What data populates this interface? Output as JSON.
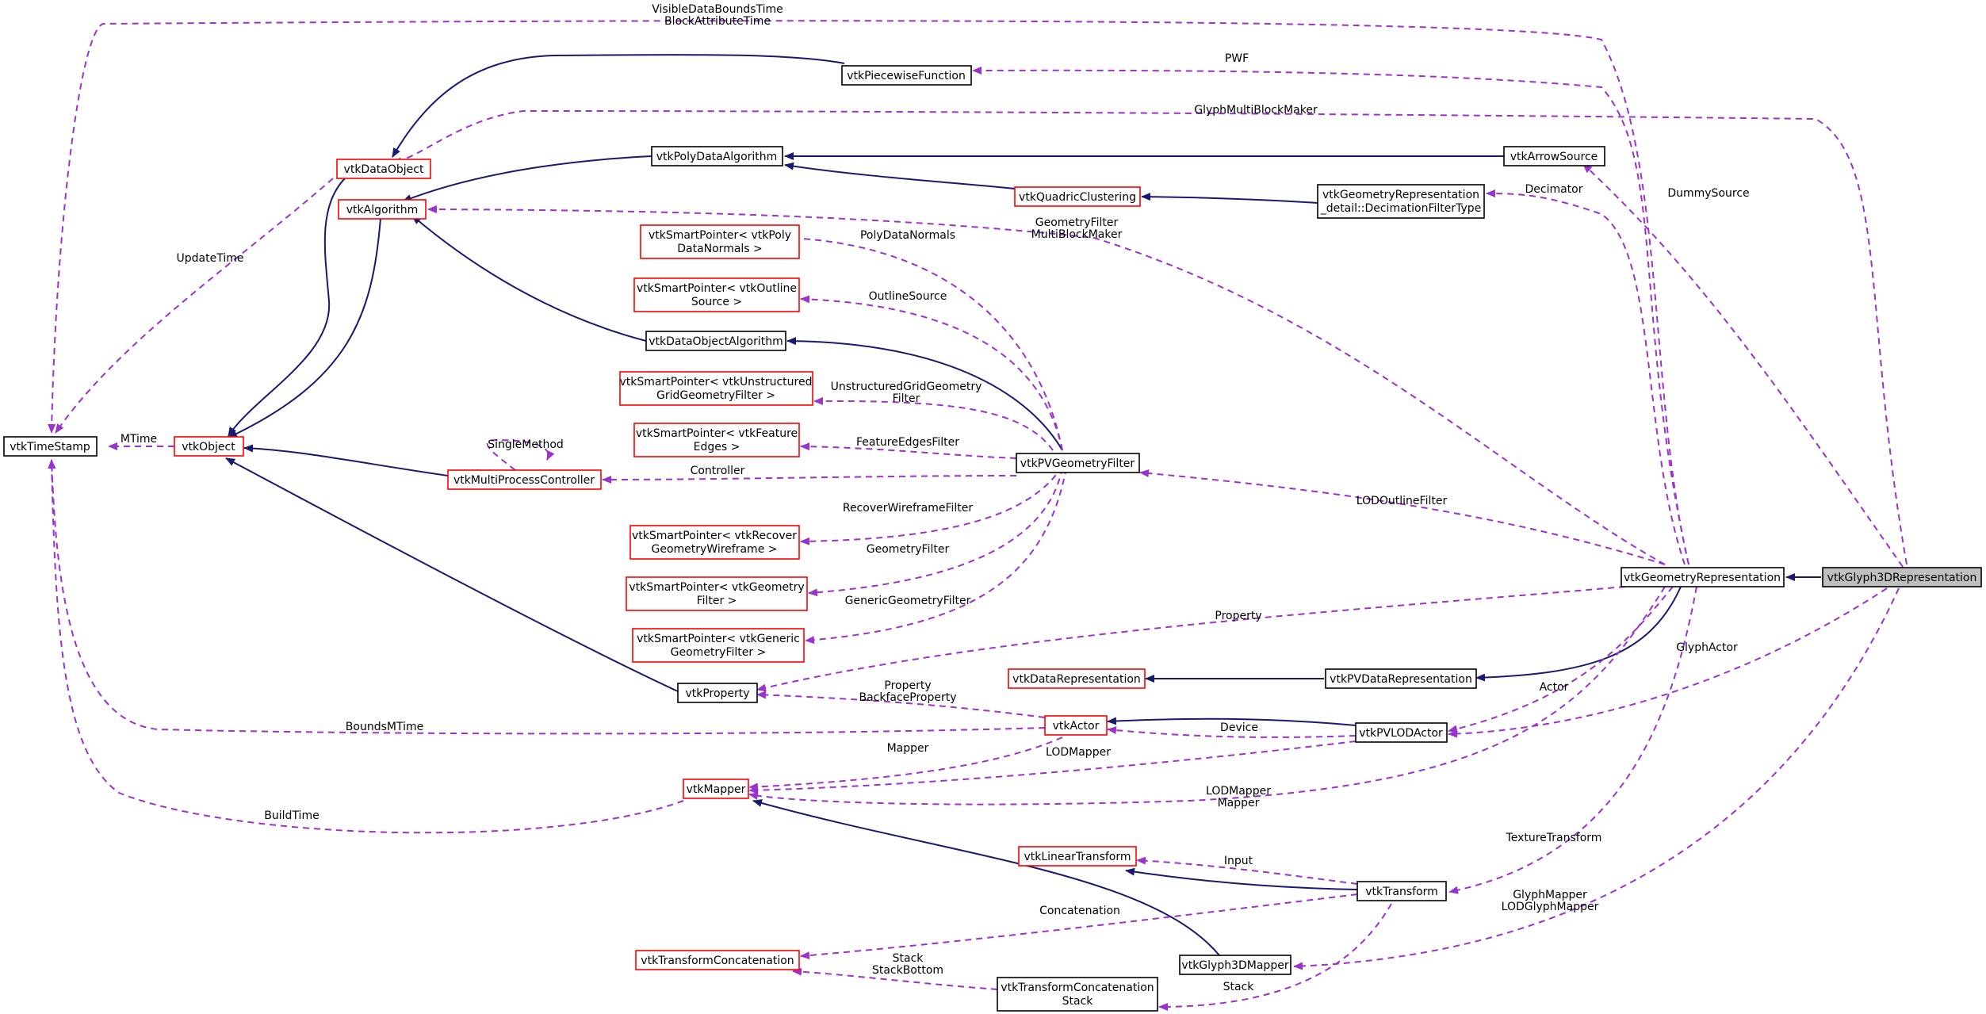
{
  "colors": {
    "inheritance_edge": "#191970",
    "usage_edge": "#9a32cd",
    "node_border_default": "#000000",
    "node_border_incomplete": "#ff0000",
    "focus_node_fill": "#bfbfbf"
  },
  "nodes": {
    "vtkTimeStamp": "vtkTimeStamp",
    "vtkObject": "vtkObject",
    "vtkDataObject": "vtkDataObject",
    "vtkAlgorithm": "vtkAlgorithm",
    "vtkPiecewiseFunction": "vtkPiecewiseFunction",
    "vtkPolyDataAlgorithm": "vtkPolyDataAlgorithm",
    "vtkArrowSource": "vtkArrowSource",
    "vtkQuadricClustering": "vtkQuadricClustering",
    "decimation_line1": "vtkGeometryRepresentation",
    "decimation_line2": "_detail::DecimationFilterType",
    "sp_polyNormals_line1": "vtkSmartPointer< vtkPoly",
    "sp_polyNormals_line2": "DataNormals >",
    "sp_outline_line1": "vtkSmartPointer< vtkOutline",
    "sp_outline_line2": "Source >",
    "vtkDataObjectAlgorithm": "vtkDataObjectAlgorithm",
    "sp_unstructured_line1": "vtkSmartPointer< vtkUnstructured",
    "sp_unstructured_line2": "GridGeometryFilter >",
    "sp_featureEdges_line1": "vtkSmartPointer< vtkFeature",
    "sp_featureEdges_line2": "Edges >",
    "vtkMultiProcessController": "vtkMultiProcessController",
    "vtkPVGeometryFilter": "vtkPVGeometryFilter",
    "sp_recover_line1": "vtkSmartPointer< vtkRecover",
    "sp_recover_line2": "GeometryWireframe >",
    "sp_geometry_line1": "vtkSmartPointer< vtkGeometry",
    "sp_geometry_line2": "Filter >",
    "sp_generic_line1": "vtkSmartPointer< vtkGeneric",
    "sp_generic_line2": "GeometryFilter >",
    "vtkGeometryRepresentation": "vtkGeometryRepresentation",
    "vtkGlyph3DRepresentation": "vtkGlyph3DRepresentation",
    "vtkDataRepresentation": "vtkDataRepresentation",
    "vtkPVDataRepresentation": "vtkPVDataRepresentation",
    "vtkProperty": "vtkProperty",
    "vtkActor": "vtkActor",
    "vtkPVLODActor": "vtkPVLODActor",
    "vtkMapper": "vtkMapper",
    "vtkLinearTransform": "vtkLinearTransform",
    "vtkTransform": "vtkTransform",
    "vtkTransformConcatenation": "vtkTransformConcatenation",
    "vtkGlyph3DMapper": "vtkGlyph3DMapper",
    "tcStack_line1": "vtkTransformConcatenation",
    "tcStack_line2": "Stack"
  },
  "edge_labels": {
    "visibleDataBoundsTime": "VisibleDataBoundsTime",
    "blockAttributeTime": "BlockAttributeTime",
    "pwf": "PWF",
    "glyphMultiBlockMaker": "GlyphMultiBlockMaker",
    "dummySource": "DummySource",
    "decimator": "Decimator",
    "geometryFilter": "GeometryFilter",
    "multiBlockMaker": "MultiBlockMaker",
    "updateTime": "UpdateTime",
    "polyDataNormals": "PolyDataNormals",
    "outlineSource": "OutlineSource",
    "unstructuredGridGeometry": "UnstructuredGridGeometry",
    "filter": "Filter",
    "featureEdgesFilter": "FeatureEdgesFilter",
    "mtime": "MTime",
    "singleMethod": "SingleMethod",
    "controller": "Controller",
    "lodOutlineFilter": "LODOutlineFilter",
    "recoverWireframeFilter": "RecoverWireframeFilter",
    "geometryFilterSp": "GeometryFilter",
    "genericGeometryFilter": "GenericGeometryFilter",
    "property": "Property",
    "glyphActor": "GlyphActor",
    "propertyActor": "Property",
    "backfaceProperty": "BackfaceProperty",
    "actor": "Actor",
    "boundsMTime": "BoundsMTime",
    "device": "Device",
    "mapperActor": "Mapper",
    "lodMapperPV": "LODMapper",
    "lodMapperRep": "LODMapper",
    "mapperRep": "Mapper",
    "buildTime": "BuildTime",
    "textureTransform": "TextureTransform",
    "input": "Input",
    "glyphMapper": "GlyphMapper",
    "lodGlyphMapper": "LODGlyphMapper",
    "concatenation": "Concatenation",
    "stack": "Stack",
    "stackBottom": "StackBottom",
    "stackTransform": "Stack"
  }
}
